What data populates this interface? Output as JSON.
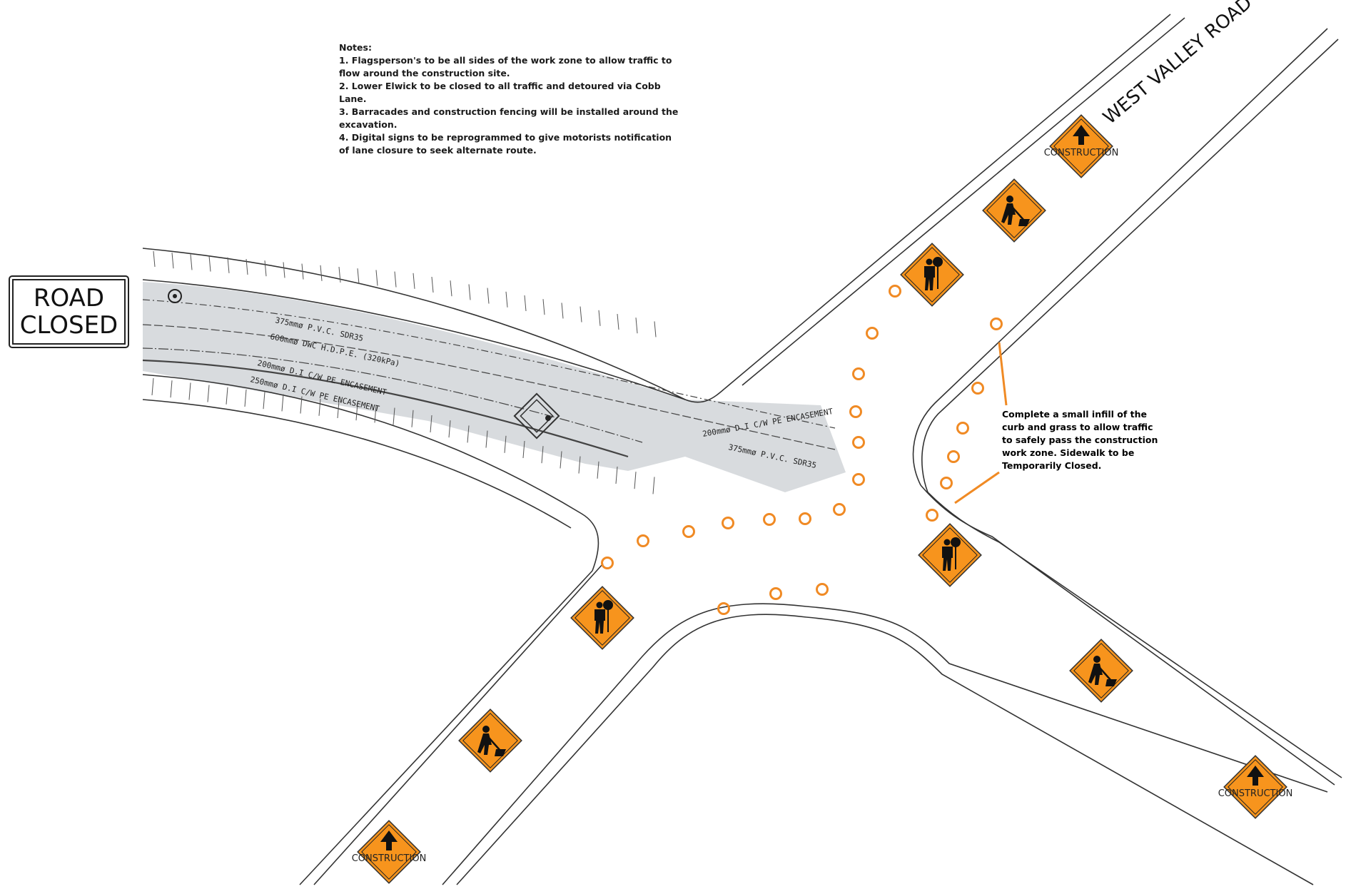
{
  "notes": {
    "heading": "Notes:",
    "items": [
      "1. Flagsperson's to be all sides of the work zone to allow traffic to flow around the construction site.",
      "2. Lower Elwick to be closed to all traffic and detoured via Cobb Lane.",
      "3. Barracades and construction fencing will be installed around the excavation.",
      "4. Digital signs to be reprogrammed to give motorists notification of lane closure to seek alternate route."
    ]
  },
  "callout": {
    "text": "Complete a small infill of the curb and grass to allow traffic to safely pass the construction work zone. Sidewalk to be Temporarily Closed."
  },
  "road_closed_sign": {
    "line1": "ROAD",
    "line2": "CLOSED"
  },
  "street_label": "WEST VALLEY ROAD",
  "pipe_labels": [
    "375mmø P.V.C. SDR35",
    "600mmø DWC H.D.P.E. (320kPa)",
    "200mmø D.I C/W PE ENCASEMENT",
    "250mmø D.I C/W PE ENCASEMENT",
    "200mmø D.I C/W PE ENCASEMENT",
    "375mmø P.V.C. SDR35"
  ],
  "construction_sign_text": "CONSTRUCTION",
  "icons": {
    "construction_ahead": "arrow-up-icon",
    "worker": "worker-shovel-icon",
    "flagger": "flagger-icon",
    "cone": "cone-icon"
  },
  "colors": {
    "sign_orange": "#f7941d",
    "annotation_orange": "#f08a24",
    "excavation_gray": "#d4d7da",
    "linework": "#333333"
  }
}
